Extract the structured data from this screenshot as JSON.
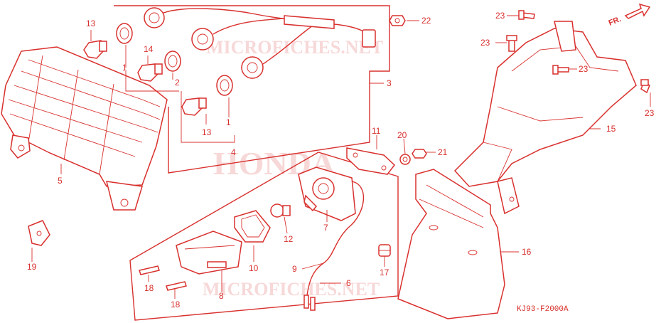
{
  "colors": {
    "ink": "#d8302d",
    "background": "#ffffff"
  },
  "watermarks": {
    "top": "MICROFICHES.NET",
    "center": "HONDA",
    "bottom": "MICROFICHES.NET"
  },
  "direction_indicator": {
    "text": "FR.",
    "icon": "arrow-right-icon"
  },
  "diagram_code": "KJ93-F2000A",
  "callouts": {
    "c1a": "1",
    "c1b": "1",
    "c2": "2",
    "c3": "3",
    "c4": "4",
    "c5": "5",
    "c6": "6",
    "c7": "7",
    "c8": "8",
    "c9": "9",
    "c10": "10",
    "c11": "11",
    "c12": "12",
    "c13a": "13",
    "c13b": "13",
    "c14": "14",
    "c15": "15",
    "c16": "16",
    "c17": "17",
    "c18a": "18",
    "c18b": "18",
    "c19": "19",
    "c20": "20",
    "c21": "21",
    "c22": "22",
    "c23a": "23",
    "c23b": "23",
    "c23c": "23",
    "c23d": "23"
  }
}
